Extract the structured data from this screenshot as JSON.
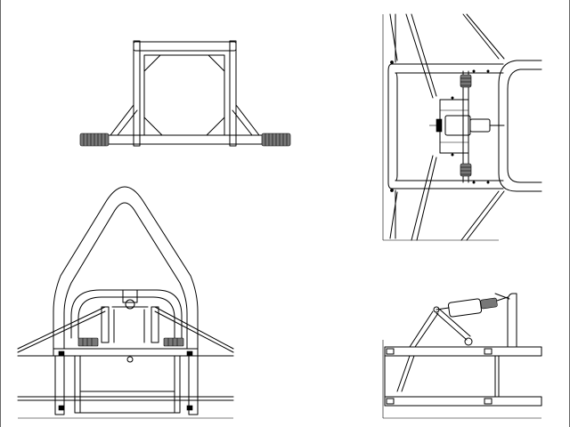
{
  "drawing": {
    "background_color": "#ffffff",
    "line_color": "#000000",
    "spring_shade": "#777777"
  },
  "views": [
    {
      "id": "front-view",
      "icon": "roll-frame-front-icon"
    },
    {
      "id": "top-view",
      "icon": "chassis-top-icon"
    },
    {
      "id": "rear-elevation-view",
      "icon": "roll-hoop-rear-icon"
    },
    {
      "id": "side-view",
      "icon": "suspension-side-icon"
    }
  ]
}
